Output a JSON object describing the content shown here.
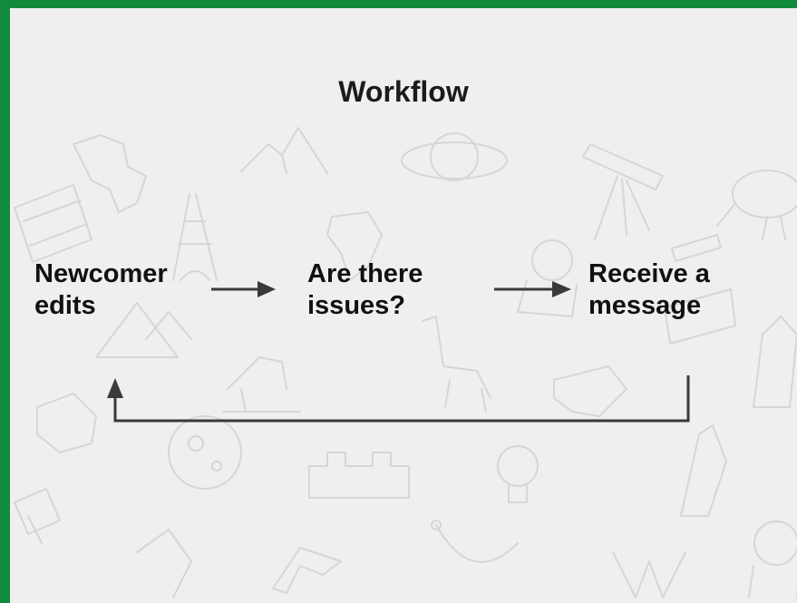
{
  "diagram": {
    "title": "Workflow",
    "steps": [
      {
        "id": "newcomer-edits",
        "label": "Newcomer\nedits"
      },
      {
        "id": "are-there-issues",
        "label": "Are there\nissues?"
      },
      {
        "id": "receive-message",
        "label": "Receive a\nmessage"
      }
    ],
    "connections": [
      {
        "from": "newcomer-edits",
        "to": "are-there-issues"
      },
      {
        "from": "are-there-issues",
        "to": "receive-message"
      },
      {
        "from": "receive-message",
        "to": "newcomer-edits"
      }
    ]
  },
  "colors": {
    "frame": "#118a3b",
    "background": "#efefef",
    "arrows": "#3a3a3a",
    "text": "#111111",
    "doodles": "#d6d6d6"
  }
}
